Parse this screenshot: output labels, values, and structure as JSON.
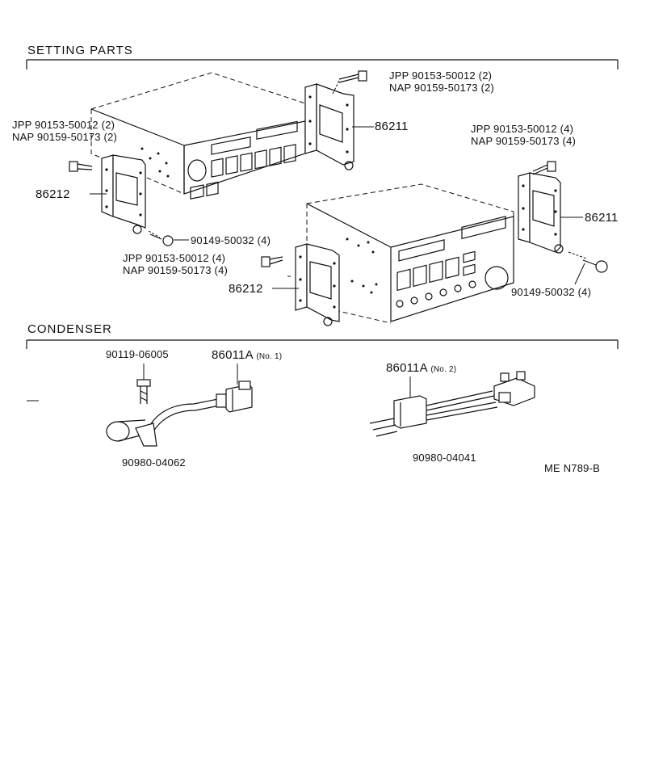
{
  "sections": {
    "setting": "SETTING PARTS",
    "condenser": "CONDENSER"
  },
  "labels": {
    "ul_jpp": "JPP   90153-50012 (2)",
    "ul_nap": "NAP   90159-50173 (2)",
    "tr_jpp": "JPP   90153-50012 (2)",
    "tr_nap": "NAP   90159-50173 (2)",
    "r_jpp": "JPP   90153-50012 (4)",
    "r_nap": "NAP   90159-50173 (4)",
    "m_jpp": "JPP   90153-50012 (4)",
    "m_nap": "NAP   90159-50173 (4)",
    "part_86211_a": "86211",
    "part_86211_b": "86211",
    "part_86212_a": "86212",
    "part_86212_b": "86212",
    "screw_a": "90149-50032 (4)",
    "screw_b": "90149-50032 (4)",
    "bolt": "90119-06005",
    "cond1_part": "86011A",
    "cond1_no": "(No. 1)",
    "cond2_part": "86011A",
    "cond2_no": "(No. 2)",
    "cond1_wire": "90980-04062",
    "cond2_wire": "90980-04041",
    "ref": "ME N789-B"
  }
}
